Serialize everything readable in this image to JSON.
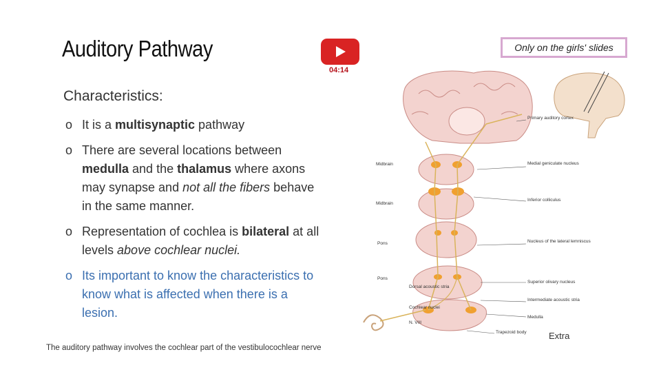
{
  "slide": {
    "title": "Auditory Pathway",
    "video": {
      "icon": "youtube-play-icon",
      "timestamp": "04:14"
    },
    "badge": "Only on the girls' slides",
    "subheading": "Characteristics:",
    "bullet_marker": "o",
    "bullets": [
      {
        "parts": [
          {
            "t": "It is a "
          },
          {
            "t": "multisynaptic",
            "b": true
          },
          {
            "t": " pathway"
          }
        ]
      },
      {
        "parts": [
          {
            "t": "There are several locations between "
          },
          {
            "t": "medulla",
            "b": true
          },
          {
            "t": " and the "
          },
          {
            "t": "thalamus",
            "b": true
          },
          {
            "t": " where axons may synapse and "
          },
          {
            "t": "not all the fibers",
            "i": true
          },
          {
            "t": " behave in the same manner."
          }
        ]
      },
      {
        "parts": [
          {
            "t": "Representation of cochlea is "
          },
          {
            "t": "bilateral",
            "b": true
          },
          {
            "t": " at all levels "
          },
          {
            "t": "above cochlear nuclei.",
            "i": true
          }
        ]
      },
      {
        "parts": [
          {
            "t": "Its important to know the characteristics to know what is affected when there is a lesion."
          }
        ],
        "color": "#3b6fb0"
      }
    ],
    "caption": "The auditory pathway involves the cochlear part of the vestibulocochlear nerve",
    "extra_label": "Extra"
  },
  "figure": {
    "left_labels": [
      "Midbrain",
      "Midbrain",
      "Pons",
      "Pons"
    ],
    "right_labels": [
      "Primary auditory cortex",
      "Medial geniculate nucleus",
      "Inferior colliculus",
      "Nucleus of the lateral lemniscus",
      "Superior olivary nucleus",
      "Intermediate acoustic stria",
      "Medulla",
      "Trapezoid body"
    ],
    "lower_left_labels": [
      "Dorsal acoustic stria",
      "Cochlear nuclei",
      "N. VIII"
    ],
    "colors": {
      "tissue": "#f3d3cf",
      "tissue_edge": "#c98b85",
      "nucleus": "#f0a030",
      "pathway": "#d9b35a",
      "label_line": "#555555"
    }
  }
}
